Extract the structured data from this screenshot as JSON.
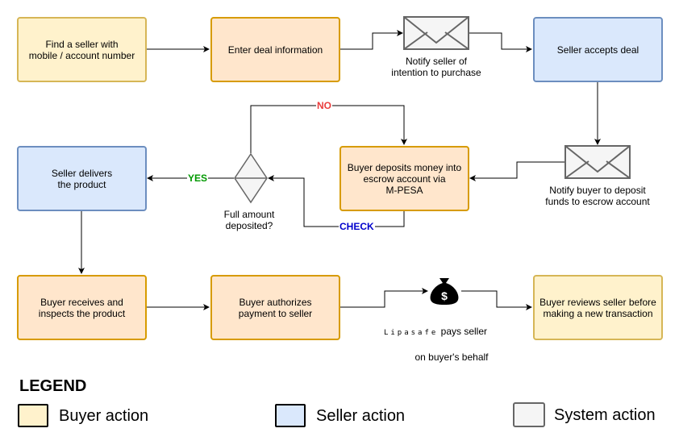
{
  "nodes": {
    "find_seller": "Find a seller with\nmobile / account number",
    "enter_deal": "Enter deal information",
    "seller_accepts": "Seller accepts deal",
    "buyer_deposits": "Buyer deposits money into\nescrow account via\nM-PESA",
    "seller_delivers": "Seller delivers\nthe product",
    "buyer_receives": "Buyer receives and\ninspects the product",
    "buyer_authorizes": "Buyer authorizes\npayment to seller",
    "buyer_reviews": "Buyer reviews seller before\nmaking a new transaction"
  },
  "labels": {
    "notify_seller": "Notify seller of\nintention to purchase",
    "notify_buyer": "Notify buyer to deposit\nfunds to escrow account",
    "full_amount": "Full amount\ndeposited?",
    "lipasafe_brand": "Lipasafe",
    "pays_seller": " pays seller",
    "on_behalf": "on buyer's behalf"
  },
  "edges": {
    "no": "NO",
    "yes": "YES",
    "check": "CHECK"
  },
  "legend": {
    "title": "LEGEND",
    "buyer": "Buyer action",
    "seller": "Seller action",
    "system": "System action"
  },
  "colors": {
    "buyer_light_fill": "#fff2cc",
    "buyer_fill": "#ffe6cc",
    "seller_fill": "#dae8fc",
    "system_fill": "#f5f5f5",
    "no_color": "#ea3c3c",
    "yes_color": "#009900",
    "check_color": "#0000cc"
  },
  "icons": {
    "envelope": "envelope-icon",
    "decision": "decision-diamond",
    "money_bag": "money-bag-icon"
  }
}
